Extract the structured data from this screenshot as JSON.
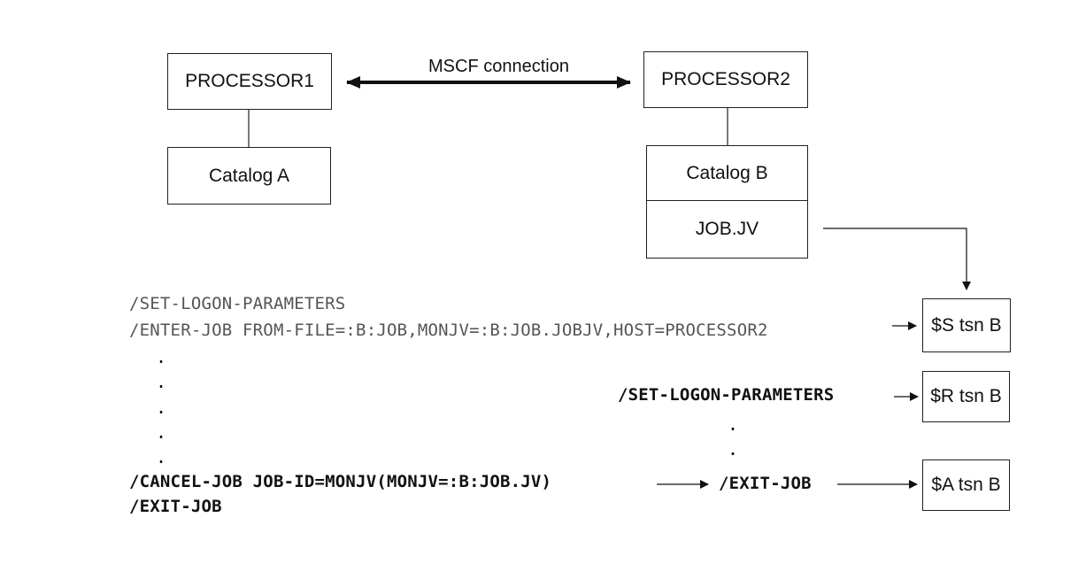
{
  "boxes": {
    "processor1": "PROCESSOR1",
    "processor2": "PROCESSOR2",
    "catalog_a": "Catalog A",
    "catalog_b": "Catalog B",
    "job_jv": "JOB.JV",
    "s_tsn": "$S tsn B",
    "r_tsn": "$R tsn B",
    "a_tsn": "$A tsn B"
  },
  "connection_label": "MSCF connection",
  "left_commands": {
    "line1": "/SET-LOGON-PARAMETERS",
    "line2": "/ENTER-JOB FROM-FILE=:B:JOB,MONJV=:B:JOB.JOBJV,HOST=PROCESSOR2",
    "dot": ".",
    "cancel": "/CANCEL-JOB JOB-ID=MONJV(MONJV=:B:JOB.JV)",
    "exit": "/EXIT-JOB"
  },
  "right_commands": {
    "logon": "/SET-LOGON-PARAMETERS",
    "dot": ".",
    "exit": "/EXIT-JOB"
  }
}
